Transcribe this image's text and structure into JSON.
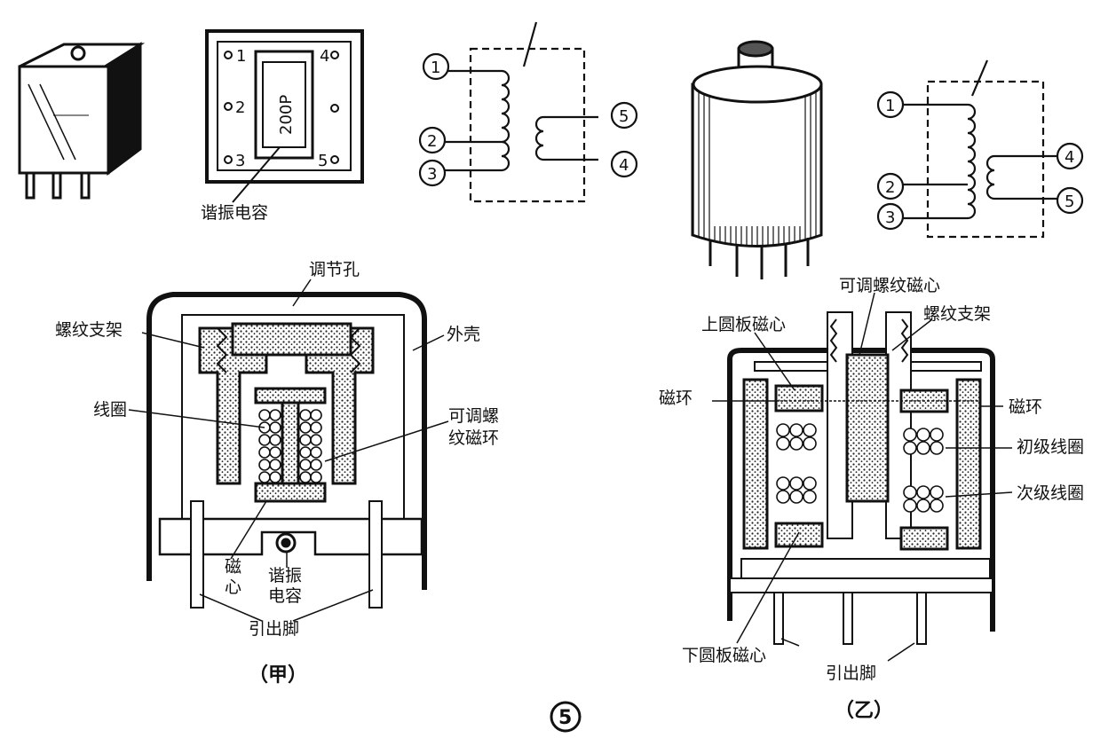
{
  "top_left": {
    "board": {
      "pins": {
        "p1": "1",
        "p2": "2",
        "p3": "3",
        "p4": "4",
        "p5": "5"
      },
      "cap_value": "200P",
      "cap_label": "谐振电容"
    },
    "schematic": {
      "pins": [
        "1",
        "2",
        "3",
        "5",
        "4"
      ]
    }
  },
  "top_right": {
    "schematic": {
      "pins": [
        "1",
        "2",
        "3",
        "4",
        "5"
      ]
    }
  },
  "section_a": {
    "caption": "（甲）",
    "labels": {
      "adjust_hole": "调节孔",
      "thread_bracket": "螺纹支架",
      "shell": "外壳",
      "coil": "线圈",
      "mag_ring_l1": "可调螺",
      "mag_ring_l2": "纹磁环",
      "core_l1": "磁",
      "core_l2": "心",
      "cap_l1": "谐振",
      "cap_l2": "电容",
      "pins": "引出脚"
    }
  },
  "section_b": {
    "caption": "（乙）",
    "labels": {
      "adj_core": "可调螺纹磁心",
      "upper_core": "上圆板磁心",
      "thread_bracket": "螺纹支架",
      "ring_left": "磁环",
      "ring_right": "磁环",
      "primary": "初级线圈",
      "secondary": "次级线圈",
      "lower_core": "下圆板磁心",
      "pins": "引出脚"
    }
  },
  "figure_number": "5"
}
